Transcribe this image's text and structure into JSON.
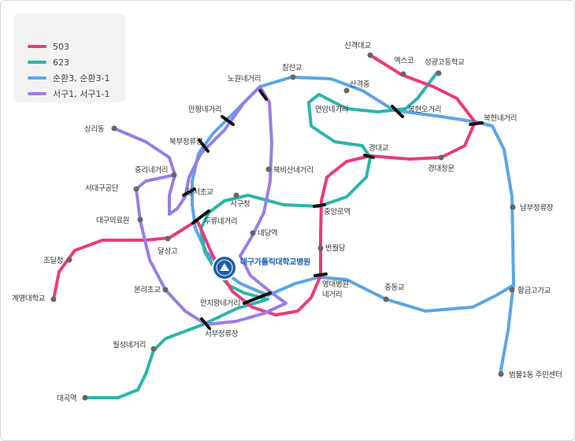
{
  "legend": {
    "routes": [
      {
        "name": "503",
        "color": "#ec3a7c"
      },
      {
        "name": "623",
        "color": "#2bb5aa"
      },
      {
        "name": "순환3, 순환3-1",
        "color": "#5aa6e6"
      },
      {
        "name": "서구1, 서구1-1",
        "color": "#9a7de6"
      }
    ]
  },
  "hospital": {
    "name": "대구가톨릭대학교병원",
    "logo": "university-seal-icon"
  },
  "stops": {
    "sinkyeokdaegyo": "신격대교",
    "exco": "엑스코",
    "seonggwang_high": "성광고등학교",
    "chimsangyo": "침산교",
    "nowon_intersection": "노원네거리",
    "sangyeok_middle": "산격중",
    "yeonam_intersection": "연암네거리",
    "bokhyeon_5": "복현오거리",
    "bokhyeon_intersection": "복현네거리",
    "manpyeong_intersection": "만평네거리",
    "bukbu_depot": "북부정류장",
    "sangri_dong": "상리동",
    "gyeongdaegyo": "경대교",
    "gyeongdae_gate": "경대정문",
    "jungri_intersection": "중리네거리",
    "bukbisan_intersection": "북비산네거리",
    "seodaegu_complex": "서대구공단",
    "dalseo_elem": "달서초교",
    "seogu_office": "서구청",
    "namyeong_depot": "남부정류장",
    "daegu_medical": "대구의료원",
    "duryu_intersection": "두류네거리",
    "jungang_rotary": "중앙로역",
    "naedang_station": "내당역",
    "dalseong_high": "달성고",
    "jodal_cheong": "조달청",
    "banwoldang": "반월당",
    "bonri_elem": "본리초교",
    "yeongdae_hosp_1": "영대병원",
    "yeongdae_hosp_2": "네거리",
    "jungdonggyo": "중동교",
    "ange_intersection": "안지랑네거리",
    "hwanggeum_intersection": "황금고가교",
    "keimyung_univ": "계명대학교",
    "seobu_depot": "서부정류장",
    "wolseong_intersection": "월성네거리",
    "beommul_1": "범물1동 주민센터",
    "daegok_station": "대곡역"
  }
}
